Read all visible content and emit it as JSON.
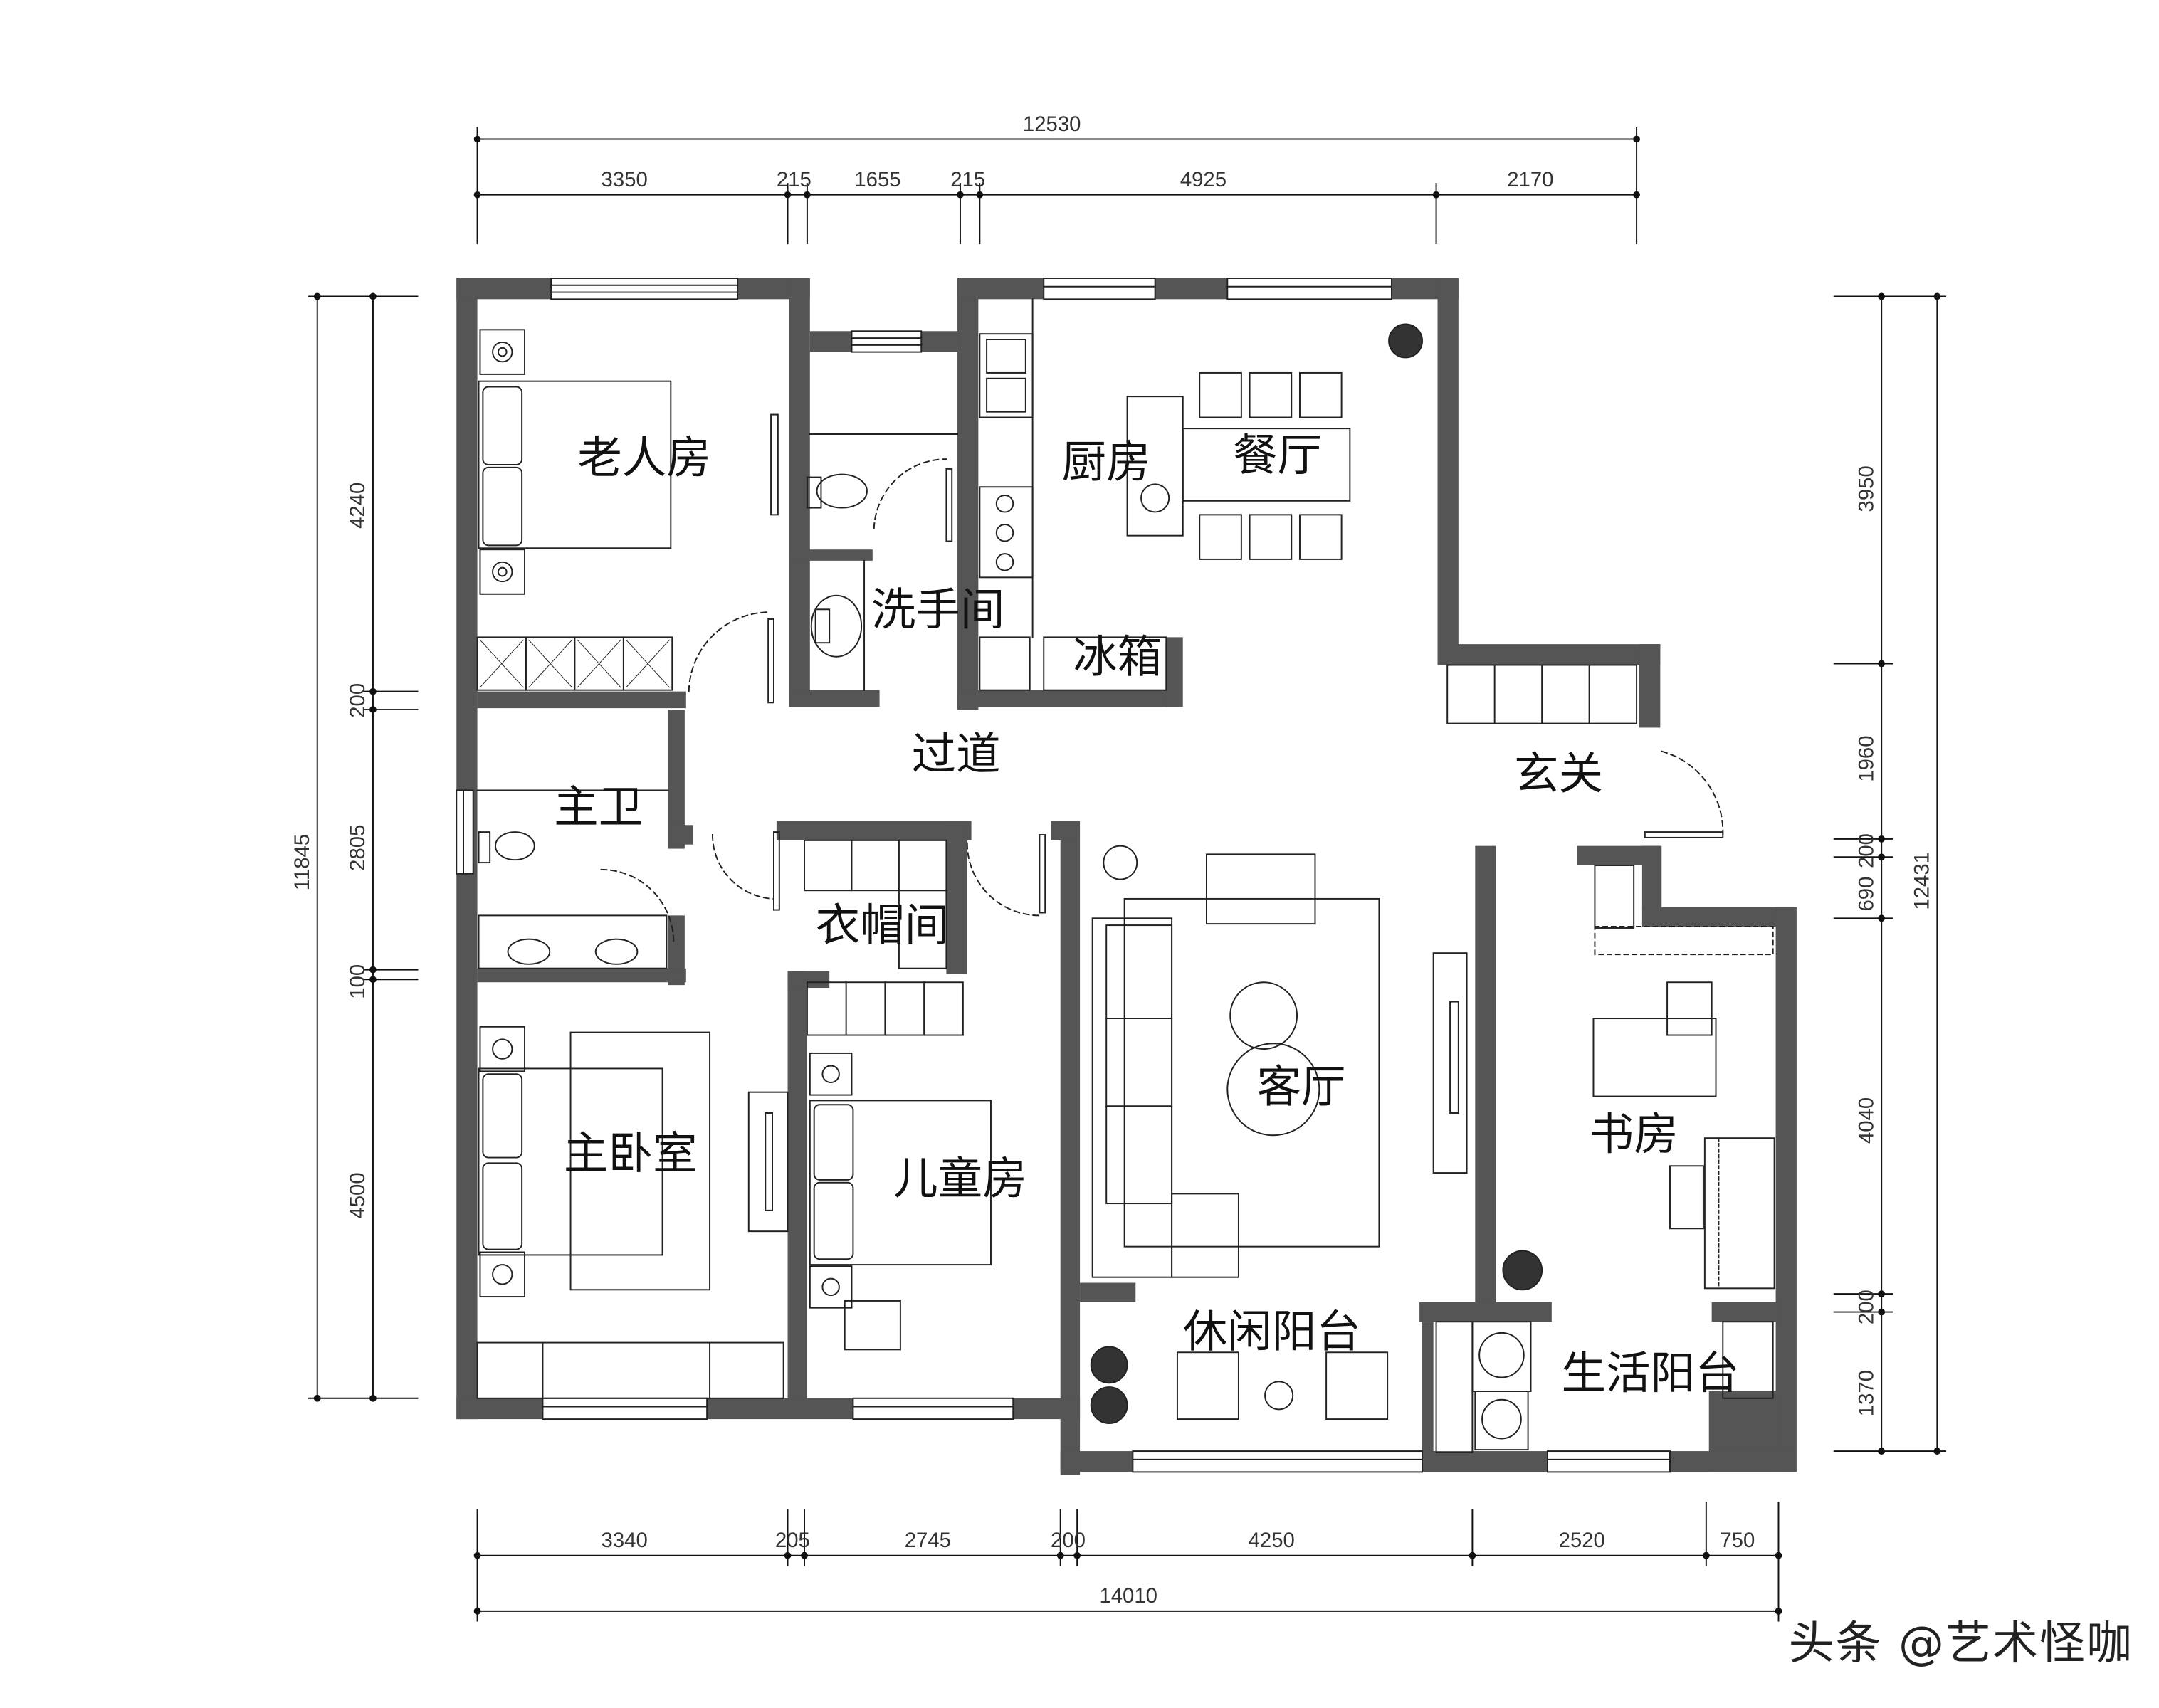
{
  "plan": {
    "wall_color": "#555555",
    "line_color": "#222222",
    "rooms": {
      "elderly_room": "老人房",
      "washroom": "洗手间",
      "kitchen": "厨房",
      "dining": "餐厅",
      "fridge": "冰箱",
      "corridor": "过道",
      "entrance": "玄关",
      "master_bath": "主卫",
      "cloakroom": "衣帽间",
      "living_room": "客厅",
      "study": "书房",
      "master_bedroom": "主卧室",
      "kids_room": "儿童房",
      "leisure_balcony": "休闲阳台",
      "utility_balcony": "生活阳台"
    },
    "dims_top": {
      "total": "12530",
      "segments": [
        "3350",
        "215",
        "1655",
        "215",
        "4925",
        "2170"
      ]
    },
    "dims_bottom": {
      "total": "14010",
      "segments": [
        "3340",
        "205",
        "2745",
        "200",
        "4250",
        "2520",
        "750"
      ]
    },
    "dims_left": {
      "total": "11845",
      "segments": [
        "4240",
        "200",
        "2805",
        "100",
        "4500"
      ]
    },
    "dims_right": {
      "total": "12431",
      "segments": [
        "3950",
        "1960",
        "200",
        "690",
        "4040",
        "200",
        "1370"
      ]
    }
  },
  "watermark": "头条 @艺术怪咖"
}
